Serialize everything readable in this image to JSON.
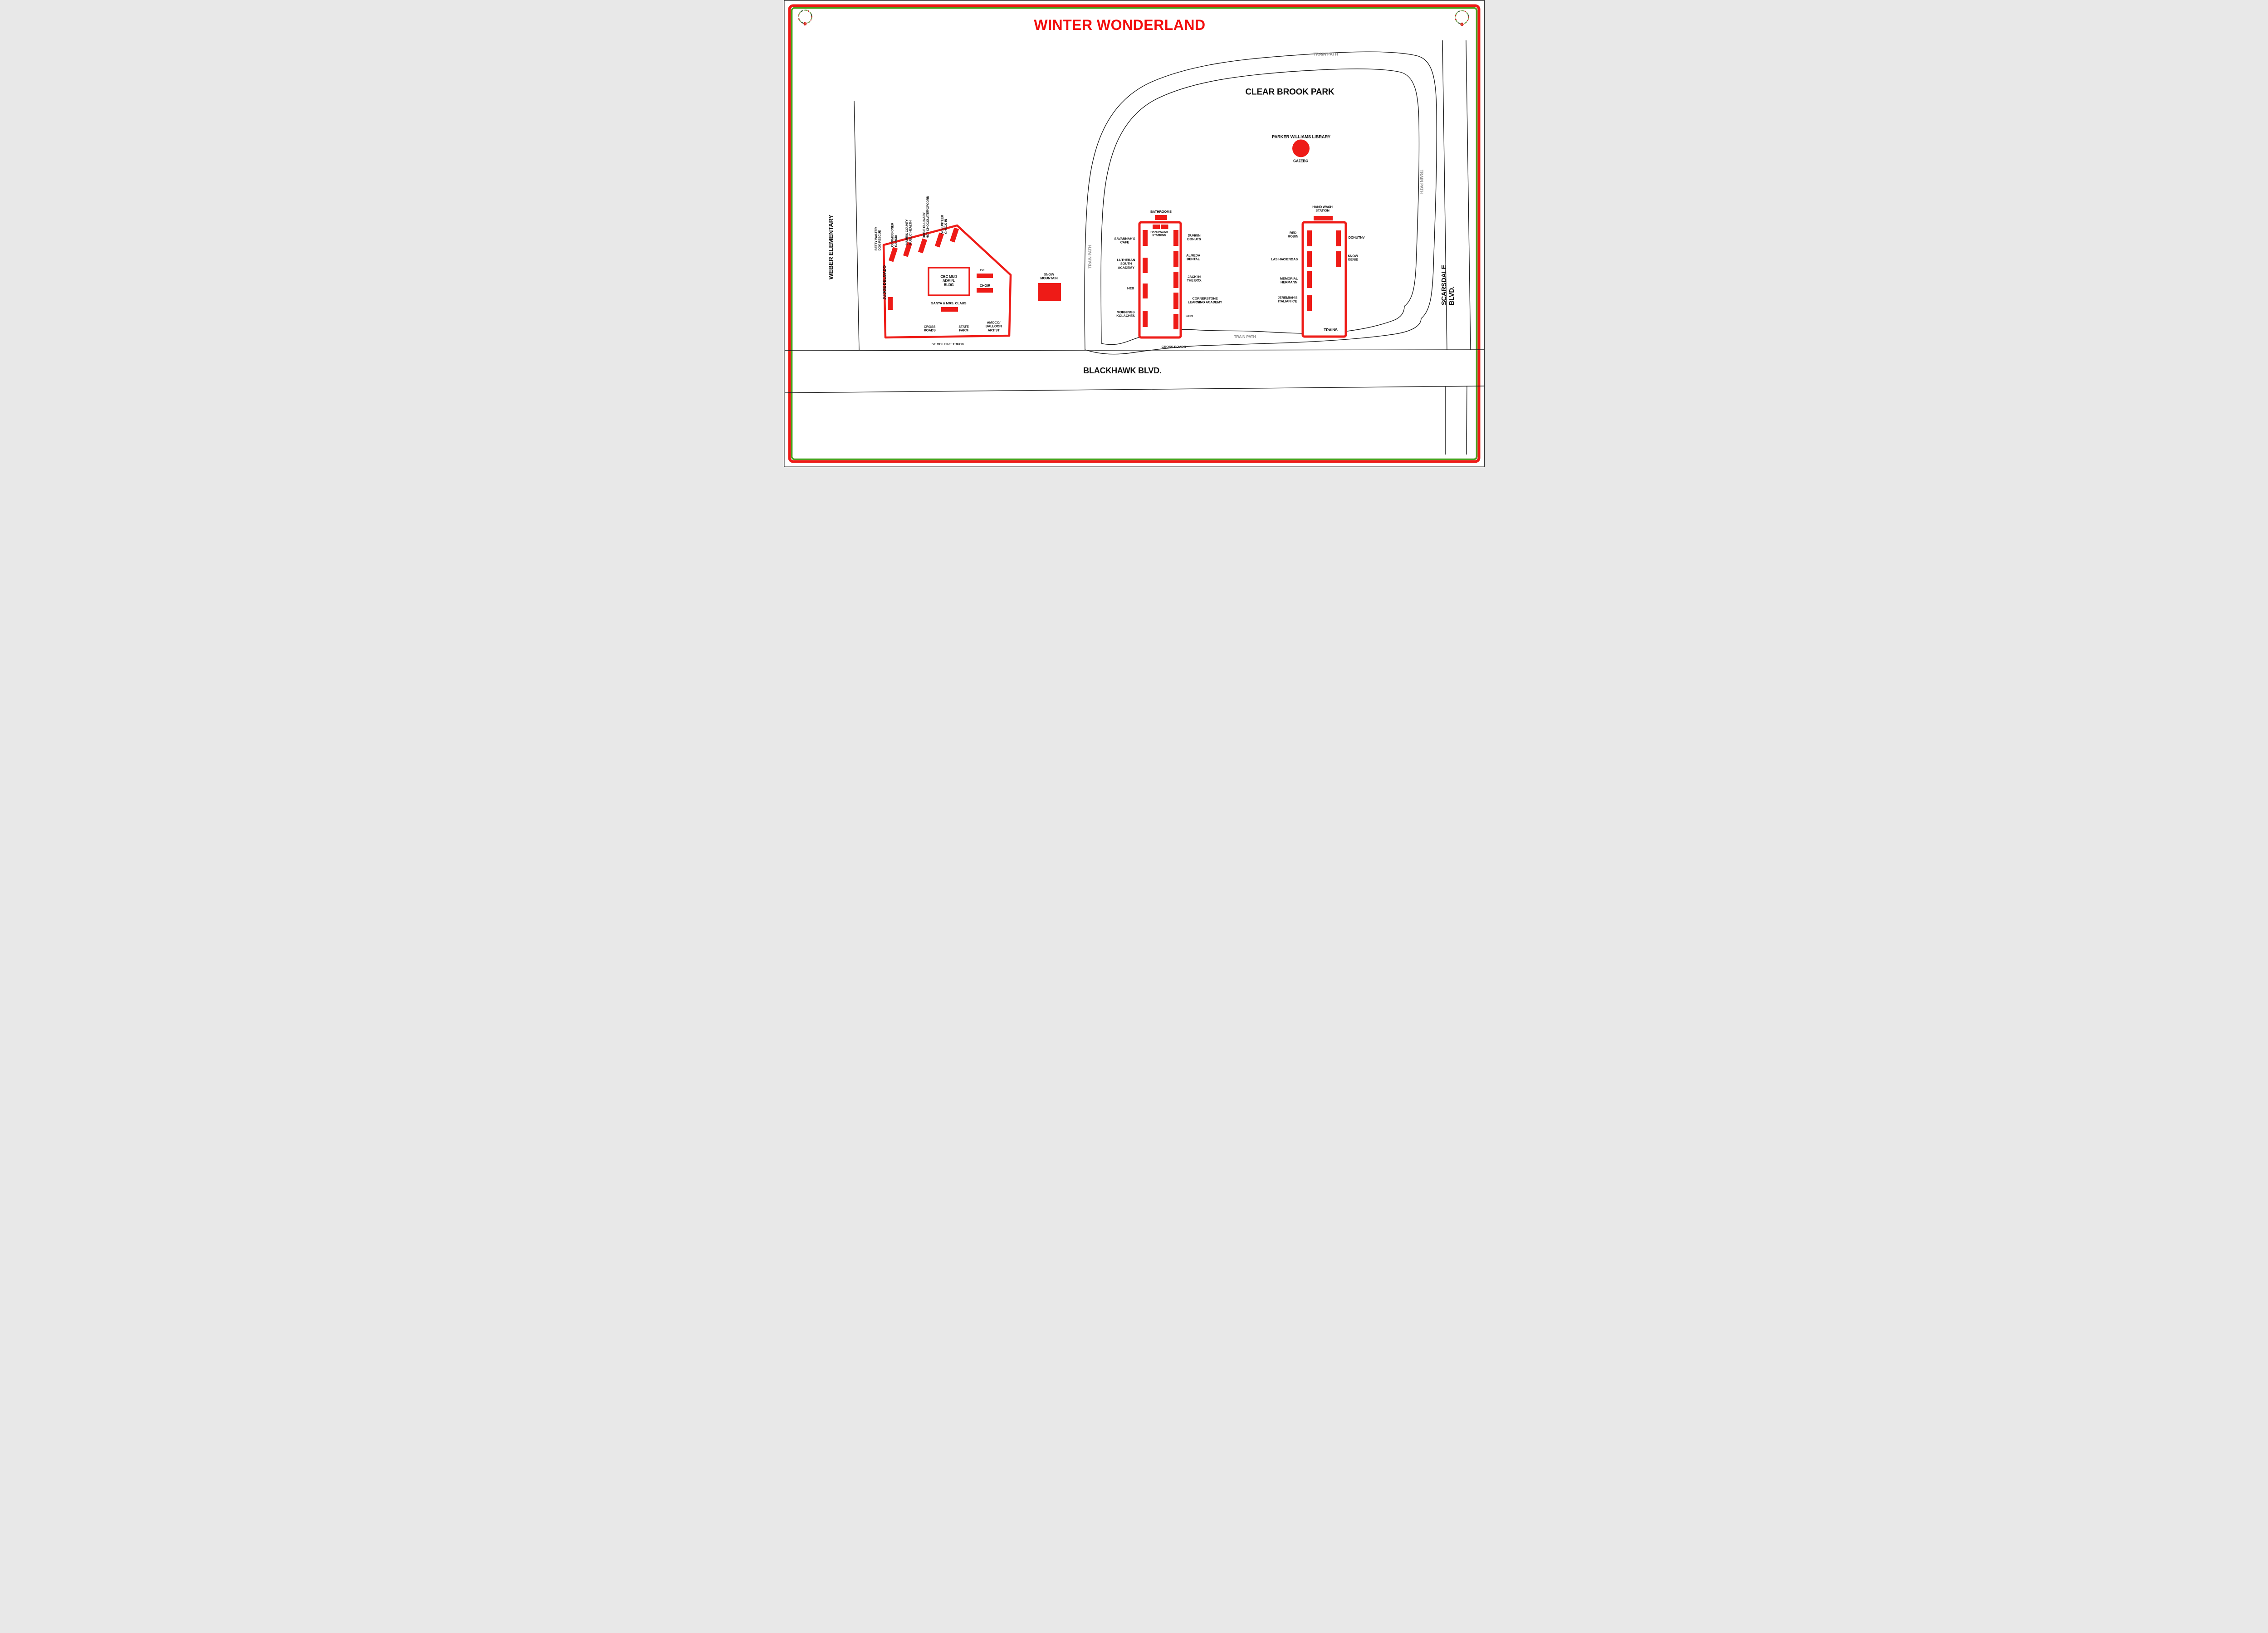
{
  "title": "WINTER WONDERLAND",
  "colors": {
    "accent_red": "#ee1b17",
    "border_green": "#49a31f",
    "road_black": "#1b1b1b",
    "path_label_gray": "#8d8d8d"
  },
  "park": {
    "name": "CLEAR BROOK PARK",
    "library": "PARKER WILLIAMS LIBRARY",
    "gazebo": "GAZEBO"
  },
  "roads": {
    "blackhawk": "BLACKHAWK BLVD.",
    "scarsdale": "SCARSDALE BLVD.",
    "weber": "WEBER ELEMENTARY",
    "cross_roads": "CROSS ROADS",
    "train_path": "TRAIN PATH"
  },
  "fire_truck": "SE VOL FIRE TRUCK",
  "snow_mountain": "SNOW\nMOUNTAIN",
  "pentagon": {
    "slanted_booths": [
      "BETTY WALTER\nDOG RESCUE",
      "COMMISSIONER\nGARCIA",
      "HARRIS COUNTY\nPUBLIC HEALTH",
      "DOBIE CULINARY\nHOT CHOCOLATE/POPCORN",
      "VOLUNTEER\nCHECK-IN"
    ],
    "judge": "JUDGE DELGADO",
    "admin_bldg": "CBC MUD\nADMIN.\nBLDG",
    "dj": "DJ",
    "choir": "CHOIR",
    "santa": "SANTA & MRS. CLAUS",
    "cross_roads_booth": "CROSS\nROADS",
    "state_farm": "STATE\nFARM",
    "amoco": "AMOCO/\nBALLOON\nARTIST"
  },
  "middle_row": {
    "bathrooms": "BATHROOMS",
    "hand_wash": "HAND WASH\nSTATIONS",
    "left": [
      "SAVANNAH'S\nCAFE",
      "LUTHERAN\nSOUTH\nACADEMY",
      "HEB",
      "MORNINGS\nKOLACHES"
    ],
    "right": [
      "DUNKIN\nDONUTS",
      "ALMEDA\nDENTAL",
      "JACK IN\nTHE BOX",
      "CORNERSTONE\nLEARNING ACADEMY",
      "CHN"
    ]
  },
  "right_row": {
    "hand_wash": "HAND WASH\nSTATION",
    "left": [
      "RED\nROBIN",
      "LAS HACIENDAS",
      "MEMORIAL\nHERMANN",
      "JEREMIAH'S\nITALIAN ICE"
    ],
    "right": [
      "DONUTNV",
      "SNOW\nGENIE"
    ],
    "trains": "TRAINS"
  }
}
